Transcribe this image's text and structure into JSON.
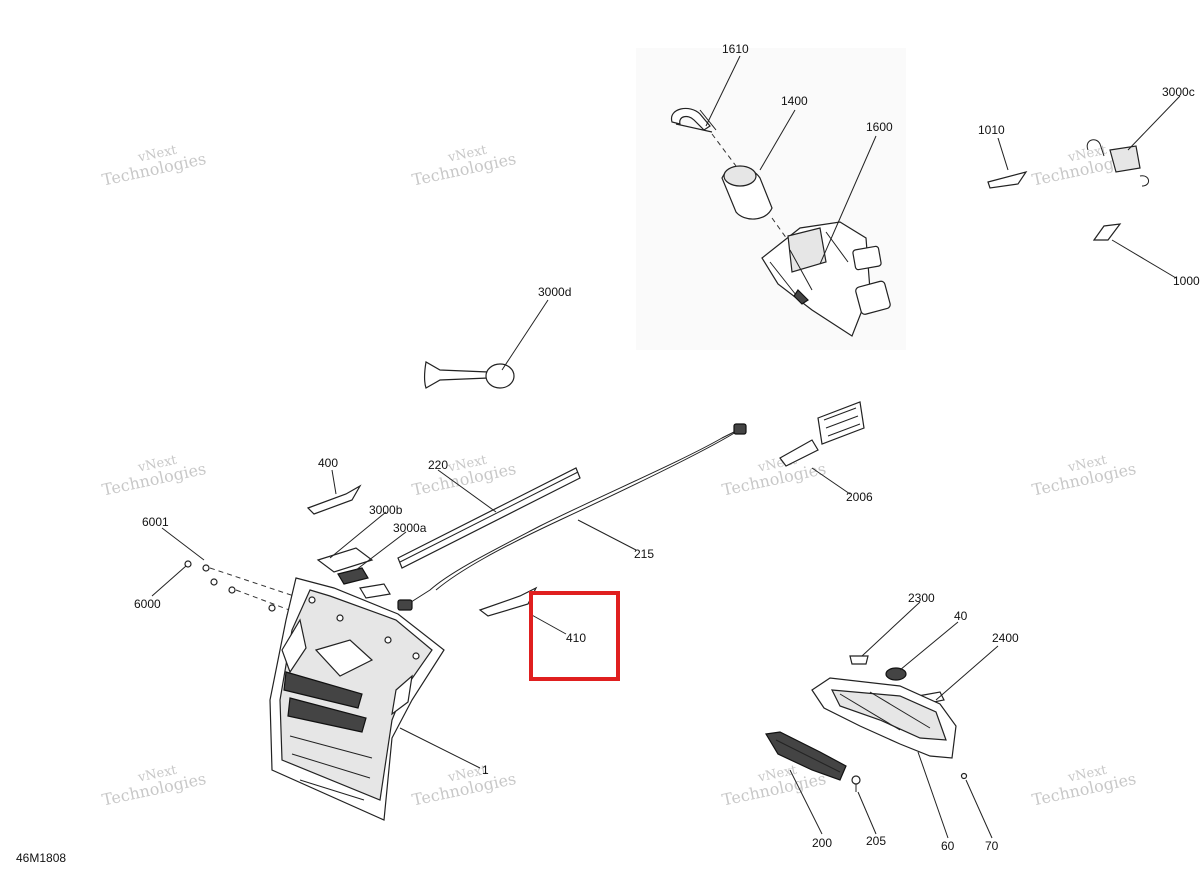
{
  "diagram_code": "46M1808",
  "watermark": {
    "line1": "vNext",
    "line2": "Technologies"
  },
  "highlight_color": "#e01f1f",
  "callouts": {
    "c1610": "1610",
    "c1400": "1400",
    "c1600": "1600",
    "c3000c": "3000c",
    "c1010": "1010",
    "c1000": "1000",
    "c3000d": "3000d",
    "c400": "400",
    "c220": "220",
    "c3000b": "3000b",
    "c3000a": "3000a",
    "c6001": "6001",
    "c6000": "6000",
    "c215": "215",
    "c2006": "2006",
    "c410": "410",
    "c2300": "2300",
    "c40": "40",
    "c2400": "2400",
    "c200": "200",
    "c205": "205",
    "c60": "60",
    "c70": "70",
    "c1": "1"
  }
}
